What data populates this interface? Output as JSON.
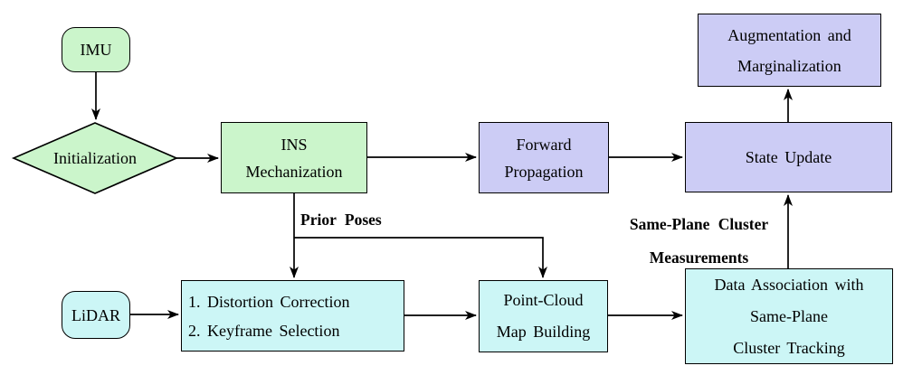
{
  "diagram": {
    "colors": {
      "imu_fill": "#CBF5CB",
      "propagation_fill": "#CCCCF5",
      "lidar_fill": "#CCF6F6",
      "stroke": "#000000",
      "background": "#FFFFFF"
    },
    "nodes": {
      "imu": {
        "label": "IMU"
      },
      "initialization": {
        "label": "Initialization"
      },
      "ins_mechanization": {
        "lines": [
          "INS",
          "Mechanization"
        ]
      },
      "forward_propagation": {
        "lines": [
          "Forward",
          "Propagation"
        ]
      },
      "state_update": {
        "label": "State Update"
      },
      "augmentation": {
        "lines": [
          "Augmentation and",
          "Marginalization"
        ]
      },
      "lidar": {
        "label": "LiDAR"
      },
      "preprocessing": {
        "lines": [
          "1. Distortion Correction",
          "2. Keyframe Selection"
        ]
      },
      "point_cloud_map": {
        "lines": [
          "Point-Cloud",
          "Map Building"
        ]
      },
      "data_association": {
        "lines": [
          "Data Association with",
          "Same-Plane",
          "Cluster Tracking"
        ]
      }
    },
    "edge_labels": {
      "prior_poses": "Prior Poses",
      "same_plane_cluster": "Same-Plane Cluster",
      "measurements": "Measurements"
    }
  }
}
